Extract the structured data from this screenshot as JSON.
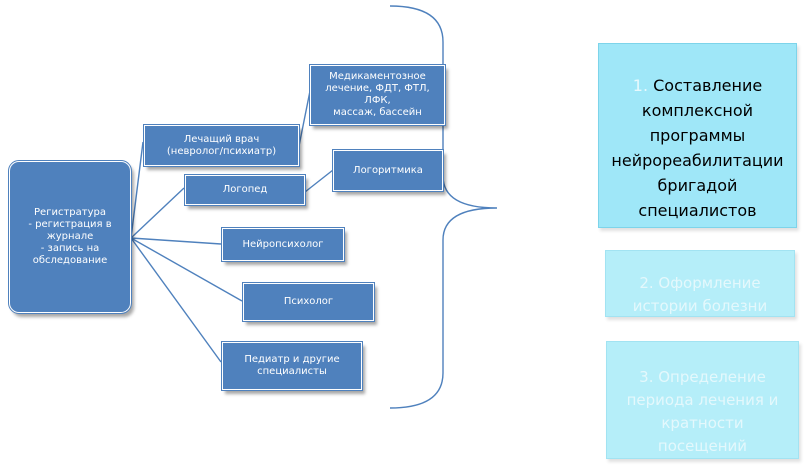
{
  "colors": {
    "node_fill": "#4f81bd",
    "node_text": "#ffffff",
    "connector": "#4f81bd",
    "step_fill": "#9fe7f8",
    "step_text_primary": "#000000",
    "step_text_muted": "#e4f8fc"
  },
  "tree": {
    "root": "Регистратура\n- регистрация в журнале\n- запись на обследование",
    "doctor": "Лечащий врач\n(невролог/психиатр)",
    "medication": "Медикаментозное\nлечение, ФДТ, ФТЛ, ЛФК,\nмассаж, бассейн",
    "logoped": "Логопед",
    "logorhythmics": "Логоритмика",
    "neuropsychologist": "Нейропсихолог",
    "psychologist": "Психолог",
    "pediatrician": "Педиатр  и другие\nспециалисты"
  },
  "steps": [
    {
      "number": "1.",
      "text": "Составление\nкомплексной\nпрограммы\nнейрореабилитации\nбригадой\nспециалистов"
    },
    {
      "number": "2.",
      "text": "Оформление\nистории болезни"
    },
    {
      "number": "3.",
      "text": " Определение\nпериода лечения и\nкратности\nпосещений"
    }
  ]
}
